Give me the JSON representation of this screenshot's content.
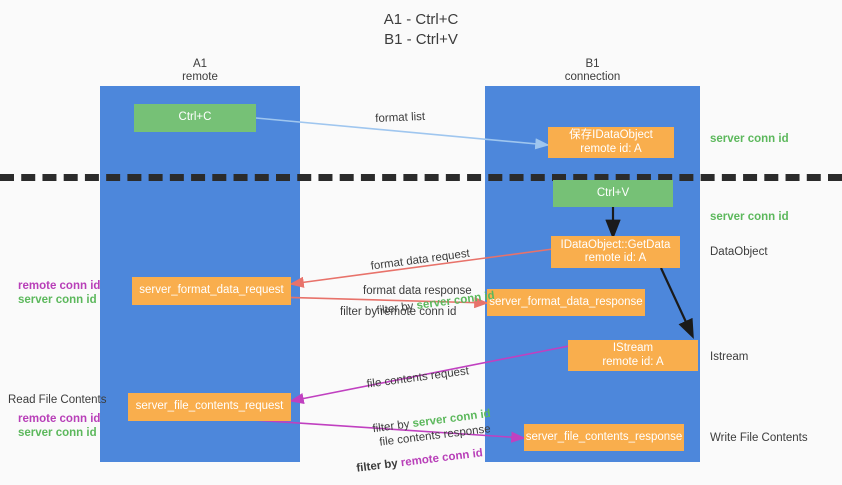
{
  "title": "A1 - Ctrl+C\nB1 - Ctrl+V",
  "colors": {
    "lane": "#4d87db",
    "orange": "#f9ae4d",
    "green": "#76c176",
    "server_conn": "#5cb85c",
    "remote_conn": "#b83fb8",
    "background": "#fafafa",
    "dashed_line": "#2b2b2b",
    "arrow_format_list": "#9fc6ef",
    "arrow_format_data": "#e8726a",
    "arrow_file_contents": "#c040c0",
    "arrow_internal": "#1a1a1a"
  },
  "lanes": [
    {
      "id": "a1",
      "header": "A1\nremote"
    },
    {
      "id": "b1",
      "header": "B1\nconnection"
    }
  ],
  "boxes": {
    "ctrl_c": "Ctrl+C",
    "ctrl_v": "Ctrl+V",
    "idataobject": "保存IDataObject\nremote id: A",
    "getdata": "IDataObject::GetData\nremote id: A",
    "istream": "IStream\nremote id: A",
    "format_data_request": "server_format_data_request",
    "format_data_response": "server_format_data_response",
    "file_contents_request": "server_file_contents_request",
    "file_contents_response": "server_file_contents_response"
  },
  "arrow_labels": {
    "format_list": "format list",
    "format_data_request": "format data request",
    "format_data_request_filter_prefix": "filter by ",
    "format_data_request_filter_value": "server conn id",
    "format_data_response": "format data response",
    "format_data_response_filter_prefix": "filter by ",
    "format_data_response_filter_value": "remote conn id",
    "file_contents_request": "file contents request",
    "file_contents_request_filter_prefix": "filter by ",
    "file_contents_request_filter_value": "server conn id",
    "file_contents_response": "file contents response",
    "file_contents_response_filter_prefix": "filter by ",
    "file_contents_response_filter_value": "remote conn id"
  },
  "right_labels": {
    "server_conn_top": "server conn id",
    "server_conn_mid": "server conn id",
    "dataobject": "DataObject",
    "istream": "Istream",
    "write_file_contents": "Write File Contents"
  },
  "left_labels": {
    "remote_conn_1": "remote conn id",
    "server_conn_1": "server conn id",
    "read_file_contents": "Read File Contents",
    "remote_conn_2": "remote conn id",
    "server_conn_2": "server conn id"
  }
}
